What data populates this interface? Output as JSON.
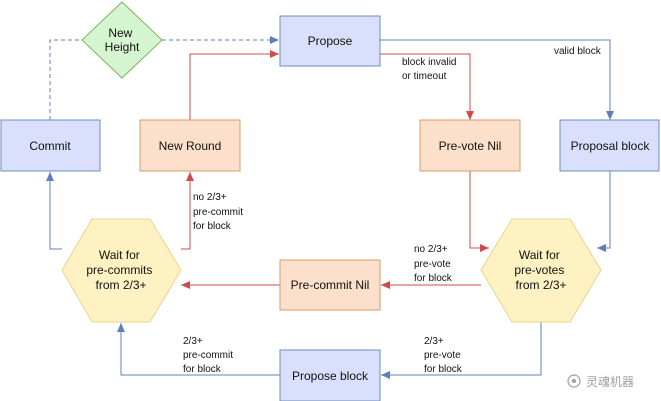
{
  "nodes": {
    "propose": {
      "label": "Propose"
    },
    "new_height": {
      "label_lines": [
        "New",
        "Height"
      ]
    },
    "commit": {
      "label": "Commit"
    },
    "new_round": {
      "label": "New Round"
    },
    "prevote_nil": {
      "label": "Pre-vote Nil"
    },
    "proposal_block": {
      "label": "Proposal block"
    },
    "wait_precommits": {
      "label_lines": [
        "Wait for",
        "pre-commits",
        "from 2/3+"
      ]
    },
    "precommit_nil": {
      "label": "Pre-commit Nil"
    },
    "wait_prevotes": {
      "label_lines": [
        "Wait for",
        "pre-votes",
        "from 2/3+"
      ]
    },
    "propose_block": {
      "label": "Propose block"
    }
  },
  "edge_labels": {
    "block_invalid": [
      "block invalid",
      "or timeout"
    ],
    "valid_block": [
      "valid block"
    ],
    "no_precommit": [
      "no 2/3+",
      "pre-commit",
      "for block"
    ],
    "no_prevote": [
      "no 2/3+",
      "pre-vote",
      "for block"
    ],
    "precommit_block": [
      "2/3+",
      "pre-commit",
      "for block"
    ],
    "prevote_block": [
      "2/3+",
      "pre-vote",
      "for block"
    ]
  },
  "watermark": "灵魂机器",
  "colors": {
    "blue_fill": "#dae0fb",
    "blue_stroke": "#6c8ebf",
    "orange_fill": "#fce0cc",
    "orange_stroke": "#d79b6a",
    "green_fill": "#d5f5d0",
    "green_stroke": "#82b366",
    "yellow_fill": "#fff2c2",
    "yellow_stroke": "#e8d48a",
    "red_arrow": "#cc4c4c",
    "blue_arrow": "#5f7fb8"
  }
}
